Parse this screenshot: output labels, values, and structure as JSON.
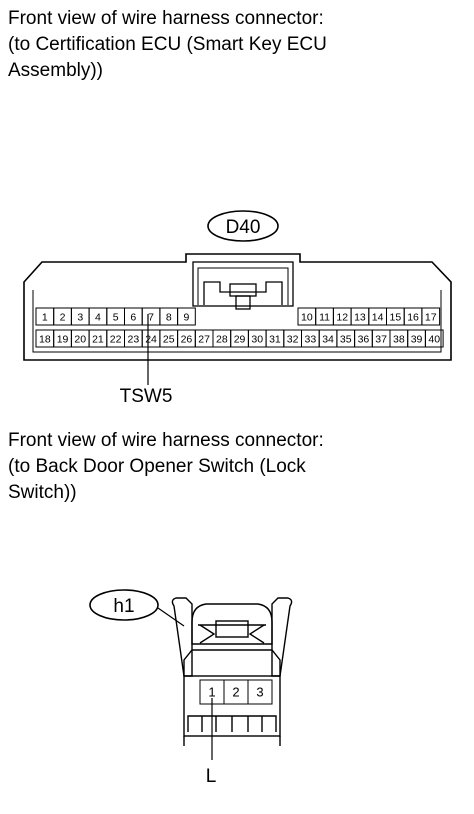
{
  "sections": [
    {
      "caption_lines": [
        "Front view of wire harness connector:",
        "(to Certification ECU (Smart Key ECU",
        "Assembly))"
      ],
      "connector_code": "D40",
      "pins_row1": [
        "1",
        "2",
        "3",
        "4",
        "5",
        "6",
        "7",
        "8",
        "9",
        "10",
        "11",
        "12",
        "13",
        "14",
        "15",
        "16",
        "17"
      ],
      "pins_row2": [
        "18",
        "19",
        "20",
        "21",
        "22",
        "23",
        "24",
        "25",
        "26",
        "27",
        "28",
        "29",
        "30",
        "31",
        "32",
        "33",
        "34",
        "35",
        "36",
        "37",
        "38",
        "39",
        "40"
      ],
      "terminal_label": "TSW5",
      "terminal_pin": "7"
    },
    {
      "caption_lines": [
        "Front view of wire harness connector:",
        "(to Back Door Opener Switch (Lock",
        "Switch))"
      ],
      "connector_code": "h1",
      "pins": [
        "1",
        "2",
        "3"
      ],
      "terminal_label": "L",
      "terminal_pin": "1"
    }
  ]
}
